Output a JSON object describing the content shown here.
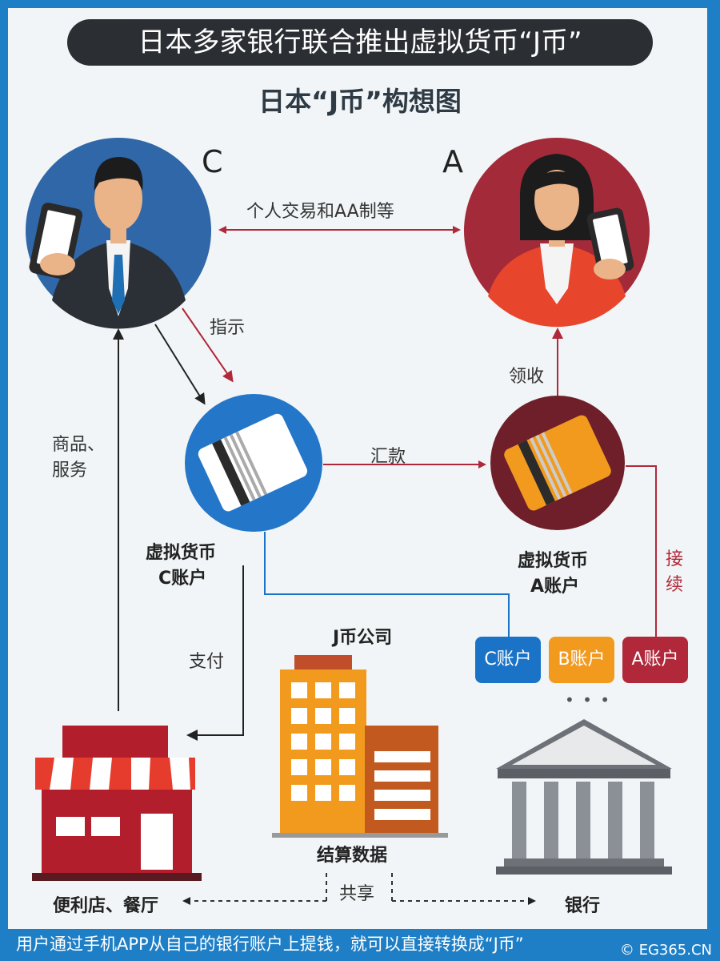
{
  "title": "日本多家银行联合推出虚拟货币“J币”",
  "subtitle": "日本“J币”构想图",
  "person_c_letter": "C",
  "person_a_letter": "A",
  "labels": {
    "personal_trade": "个人交易和AA制等",
    "instruct": "指示",
    "receive": "领收",
    "goods_services_1": "商品、",
    "goods_services_2": "服务",
    "remit": "汇款",
    "continue_1": "接",
    "continue_2": "续",
    "pay": "支付",
    "share": "共享",
    "settlement": "结算数据"
  },
  "nodes": {
    "c_account_1": "虚拟货币",
    "c_account_2": "C账户",
    "a_account_1": "虚拟货币",
    "a_account_2": "A账户",
    "company": "J币公司",
    "store": "便利店、餐厅",
    "bank": "银行"
  },
  "accounts": [
    {
      "label": "C账户",
      "color": "#1a73c7"
    },
    {
      "label": "B账户",
      "color": "#f29a1e"
    },
    {
      "label": "A账户",
      "color": "#b0283a"
    }
  ],
  "more": "• • •",
  "footer": "用户通过手机APP从自己的银行账户上提钱，就可以直接转换成“J币”",
  "copyright": "© EG365.CN"
}
